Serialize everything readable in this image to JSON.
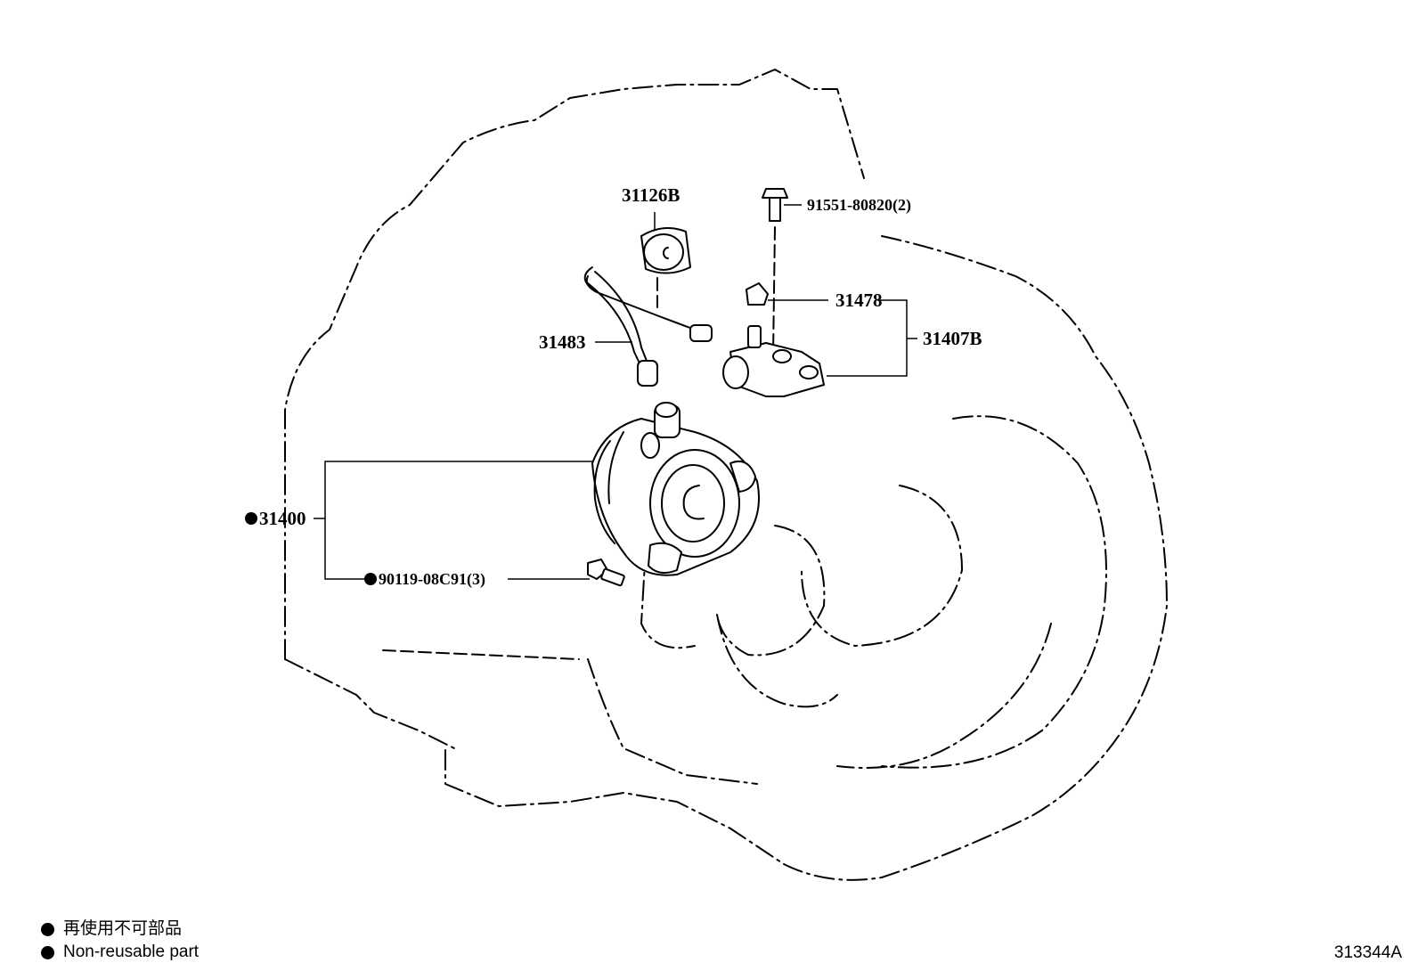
{
  "diagram": {
    "callouts": {
      "c_31126B": "31126B",
      "c_91551": "91551-80820(2)",
      "c_31478": "31478",
      "c_31407B": "31407B",
      "c_31483": "31483",
      "c_31400": "31400",
      "c_90119": "90119-08C91(3)"
    },
    "non_reusable_marker_color": "#000000"
  },
  "legend": {
    "items": [
      {
        "marker": "filled-dot",
        "text": "再使用不可部品"
      },
      {
        "marker": "filled-dot",
        "text": "Non-reusable part"
      }
    ]
  },
  "illustration_code": "313344A"
}
